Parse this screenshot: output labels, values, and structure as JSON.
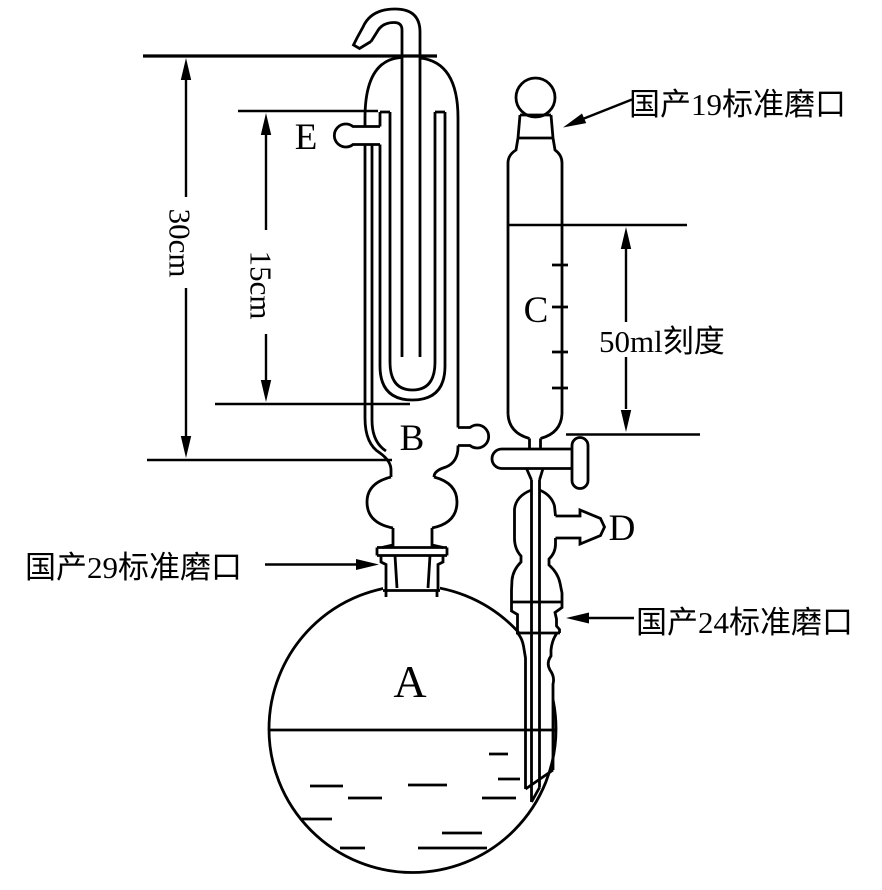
{
  "diagram": {
    "kind": "glass-apparatus-line-drawing",
    "colors": {
      "ink": "#000000",
      "background": "#ffffff"
    },
    "part_labels": {
      "flask": "A",
      "condenser_outlet": "B",
      "receiver": "C",
      "side_nozzle": "D",
      "condenser_nozzle": "E"
    },
    "dimensions": {
      "condenser_total_height": "30cm",
      "condenser_inner_height": "15cm",
      "receiver_graduation": "50ml刻度"
    },
    "joint_annotations": {
      "receiver_stopper": "国产19标准磨口",
      "flask_neck": "国产29标准磨口",
      "side_tube": "国产24标准磨口"
    }
  }
}
